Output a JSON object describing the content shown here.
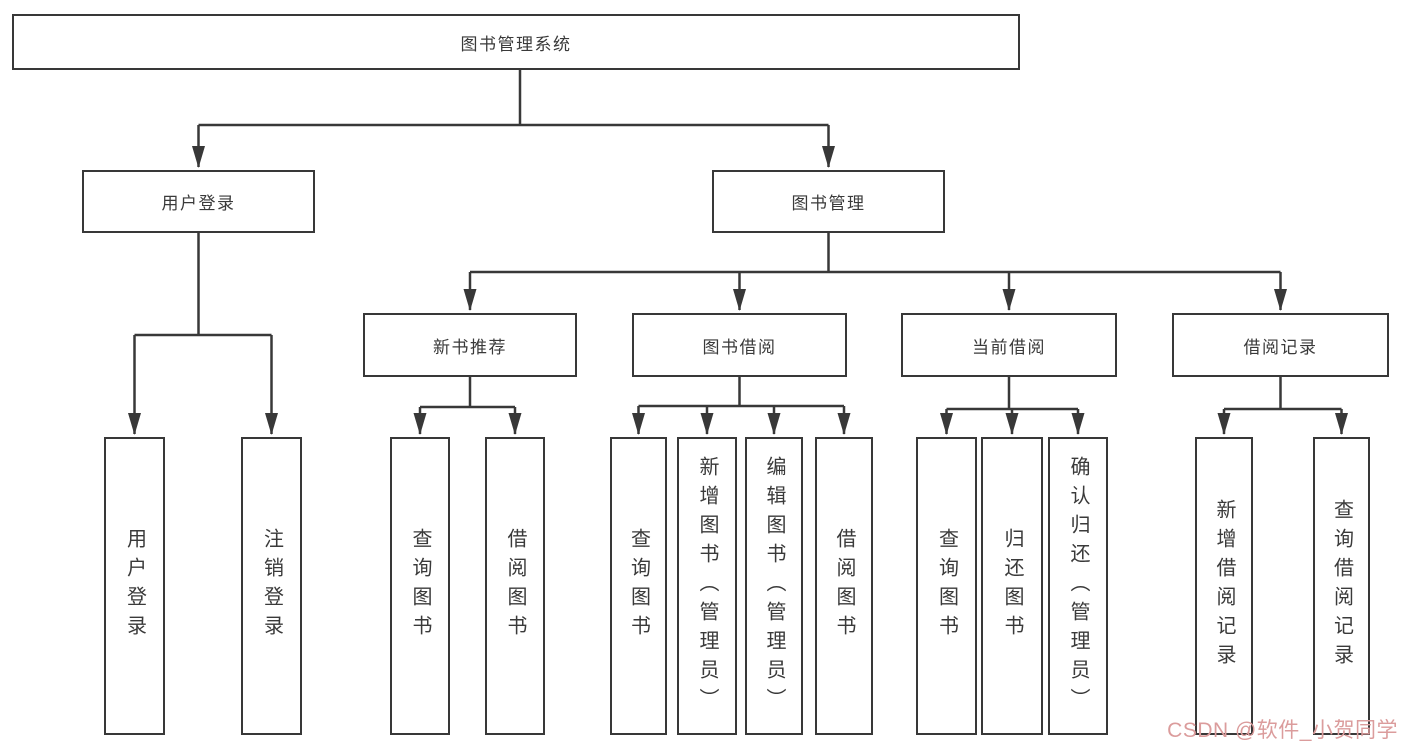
{
  "colors": {
    "line": "#383838",
    "text": "#3a3a3a",
    "watermark": "#db9c9c",
    "background": "#ffffff"
  },
  "nodes": {
    "root": "图书管理系统",
    "user_login": "用户登录",
    "book_mgmt": "图书管理",
    "new_book_rec": "新书推荐",
    "book_borrow": "图书借阅",
    "current_borrow": "当前借阅",
    "borrow_record": "借阅记录",
    "leaf_user_login": "用户登录",
    "leaf_logout": "注销登录",
    "leaf_query_books_1": "查询图书",
    "leaf_borrow_books_1": "借阅图书",
    "leaf_query_books_2": "查询图书",
    "leaf_add_book": "新增图书（管理员）",
    "leaf_edit_book": "编辑图书（管理员）",
    "leaf_borrow_books_2": "借阅图书",
    "leaf_query_books_3": "查询图书",
    "leaf_return_book": "归还图书",
    "leaf_confirm_return": "确认归还（管理员）",
    "leaf_add_record": "新增借阅记录",
    "leaf_query_record": "查询借阅记录"
  },
  "watermark": {
    "text": "CSDN @软件_小贺同学"
  }
}
